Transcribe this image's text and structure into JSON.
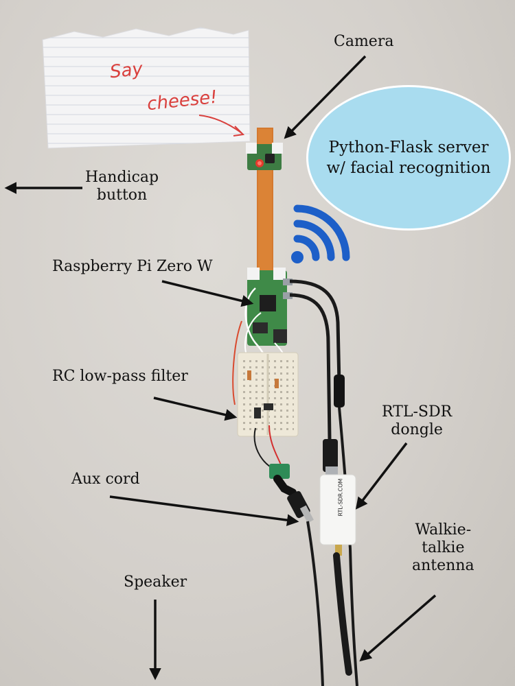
{
  "scene": {
    "note": {
      "line1": "Say",
      "line2": "cheese!"
    },
    "server_bubble": {
      "line1": "Python-Flask server",
      "line2": "w/ facial recognition"
    },
    "dongle_brand": "RTL-SDR.COM",
    "labels": {
      "camera": "Camera",
      "handicap_line1": "Handicap",
      "handicap_line2": "button",
      "raspberry": "Raspberry Pi Zero W",
      "rc_filter": "RC low-pass filter",
      "rtl_line1": "RTL-SDR",
      "rtl_line2": "dongle",
      "aux": "Aux cord",
      "walkie_line1": "Walkie-",
      "walkie_line2": "talkie",
      "walkie_line3": "antenna",
      "speaker": "Speaker"
    }
  },
  "colors": {
    "wall": "#d6d2cd",
    "flex_cable": "#d4792f",
    "pcb": "#3f8a48",
    "wifi": "#1d5fc8",
    "bubble": "#a9dcef",
    "arrow": "#111111",
    "note_ink": "#d9403d"
  },
  "icons": [
    "wifi-icon"
  ]
}
